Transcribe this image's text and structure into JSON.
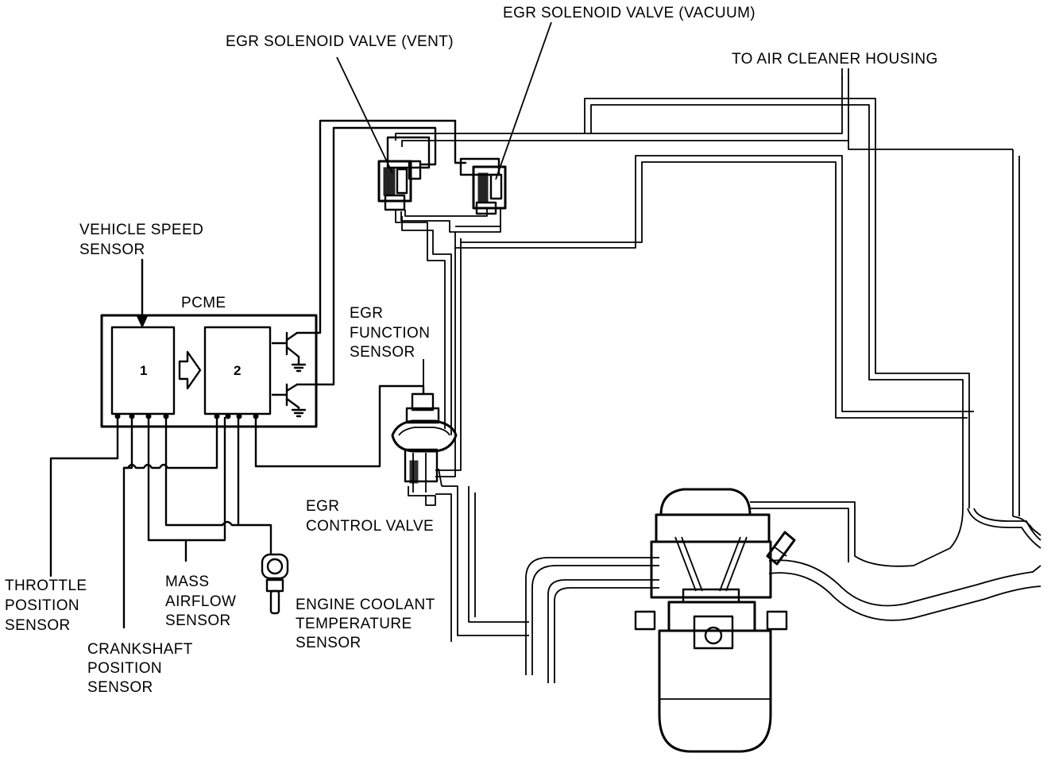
{
  "labels": {
    "egr_solenoid_vacuum": "EGR SOLENOID VALVE (VACUUM)",
    "egr_solenoid_vent": "EGR SOLENOID VALVE (VENT)",
    "to_air_cleaner": "TO AIR CLEANER HOUSING",
    "vehicle_speed_line1": "VEHICLE SPEED",
    "vehicle_speed_line2": "SENSOR",
    "pcme": "PCME",
    "egr_function_line1": "EGR",
    "egr_function_line2": "FUNCTION",
    "egr_function_line3": "SENSOR",
    "egr_control_line1": "EGR",
    "egr_control_line2": "CONTROL VALVE",
    "throttle_line1": "THROTTLE",
    "throttle_line2": "POSITION",
    "throttle_line3": "SENSOR",
    "crankshaft_line1": "CRANKSHAFT",
    "crankshaft_line2": "POSITION",
    "crankshaft_line3": "SENSOR",
    "maf_line1": "MASS",
    "maf_line2": "AIRFLOW",
    "maf_line3": "SENSOR",
    "ect_line1": "ENGINE COOLANT",
    "ect_line2": "TEMPERATURE",
    "ect_line3": "SENSOR"
  },
  "pcme_blocks": {
    "block1": "1",
    "block2": "2"
  }
}
